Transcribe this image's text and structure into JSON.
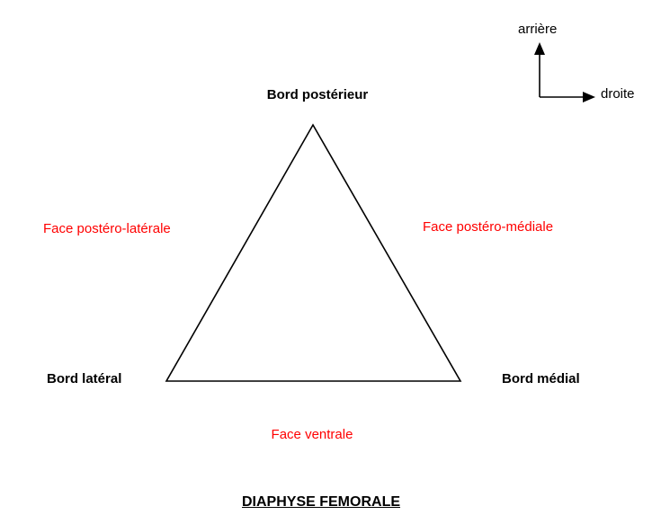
{
  "diagram": {
    "title": "DIAPHYSE FEMORALE",
    "borders": {
      "top": "Bord postérieur",
      "bottom_left": "Bord latéral",
      "bottom_right": "Bord médial"
    },
    "faces": {
      "left": "Face postéro-latérale",
      "right": "Face postéro-médiale",
      "bottom": "Face ventrale"
    },
    "axes": {
      "vertical_label": "arrière",
      "horizontal_label": "droite"
    },
    "colors": {
      "face_label": "#ff0000",
      "border_label": "#000000",
      "line": "#000000",
      "background": "#ffffff"
    }
  }
}
